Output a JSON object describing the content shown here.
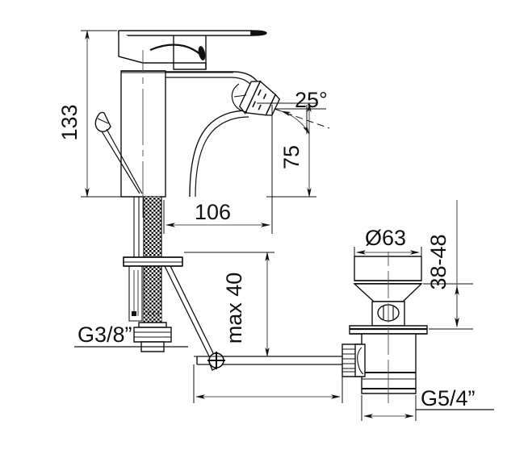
{
  "drawing": {
    "type": "technical-dimension-drawing",
    "subject": "single-lever bidet mixer tap with pop-up waste drain assembly",
    "units": "mm",
    "background_color": "#ffffff",
    "line_color": "#111111",
    "text_color": "#111111"
  },
  "dimensions": {
    "overall_height": "133",
    "spout_height": "75",
    "spout_reach": "106",
    "aerator_angle": "25°",
    "max_basin_thickness": "max 40",
    "drain_cap_diameter": "Ø63",
    "drain_adjust_range": "38-48",
    "inlet_thread": "G3/8”",
    "drain_thread": "G5/4”"
  },
  "labels": [
    {
      "id": "height-133",
      "text": "133",
      "orientation": "vertical"
    },
    {
      "id": "angle-25",
      "text": "25°",
      "orientation": "horizontal"
    },
    {
      "id": "height-75",
      "text": "75",
      "orientation": "vertical"
    },
    {
      "id": "reach-106",
      "text": "106",
      "orientation": "horizontal"
    },
    {
      "id": "max-40",
      "text": "max 40",
      "orientation": "vertical"
    },
    {
      "id": "thread-g38",
      "text": "G3/8”",
      "orientation": "horizontal"
    },
    {
      "id": "diameter-63",
      "text": "Ø63",
      "orientation": "horizontal"
    },
    {
      "id": "range-38-48",
      "text": "38-48",
      "orientation": "vertical"
    },
    {
      "id": "thread-g54",
      "text": "G5/4”",
      "orientation": "horizontal"
    }
  ]
}
